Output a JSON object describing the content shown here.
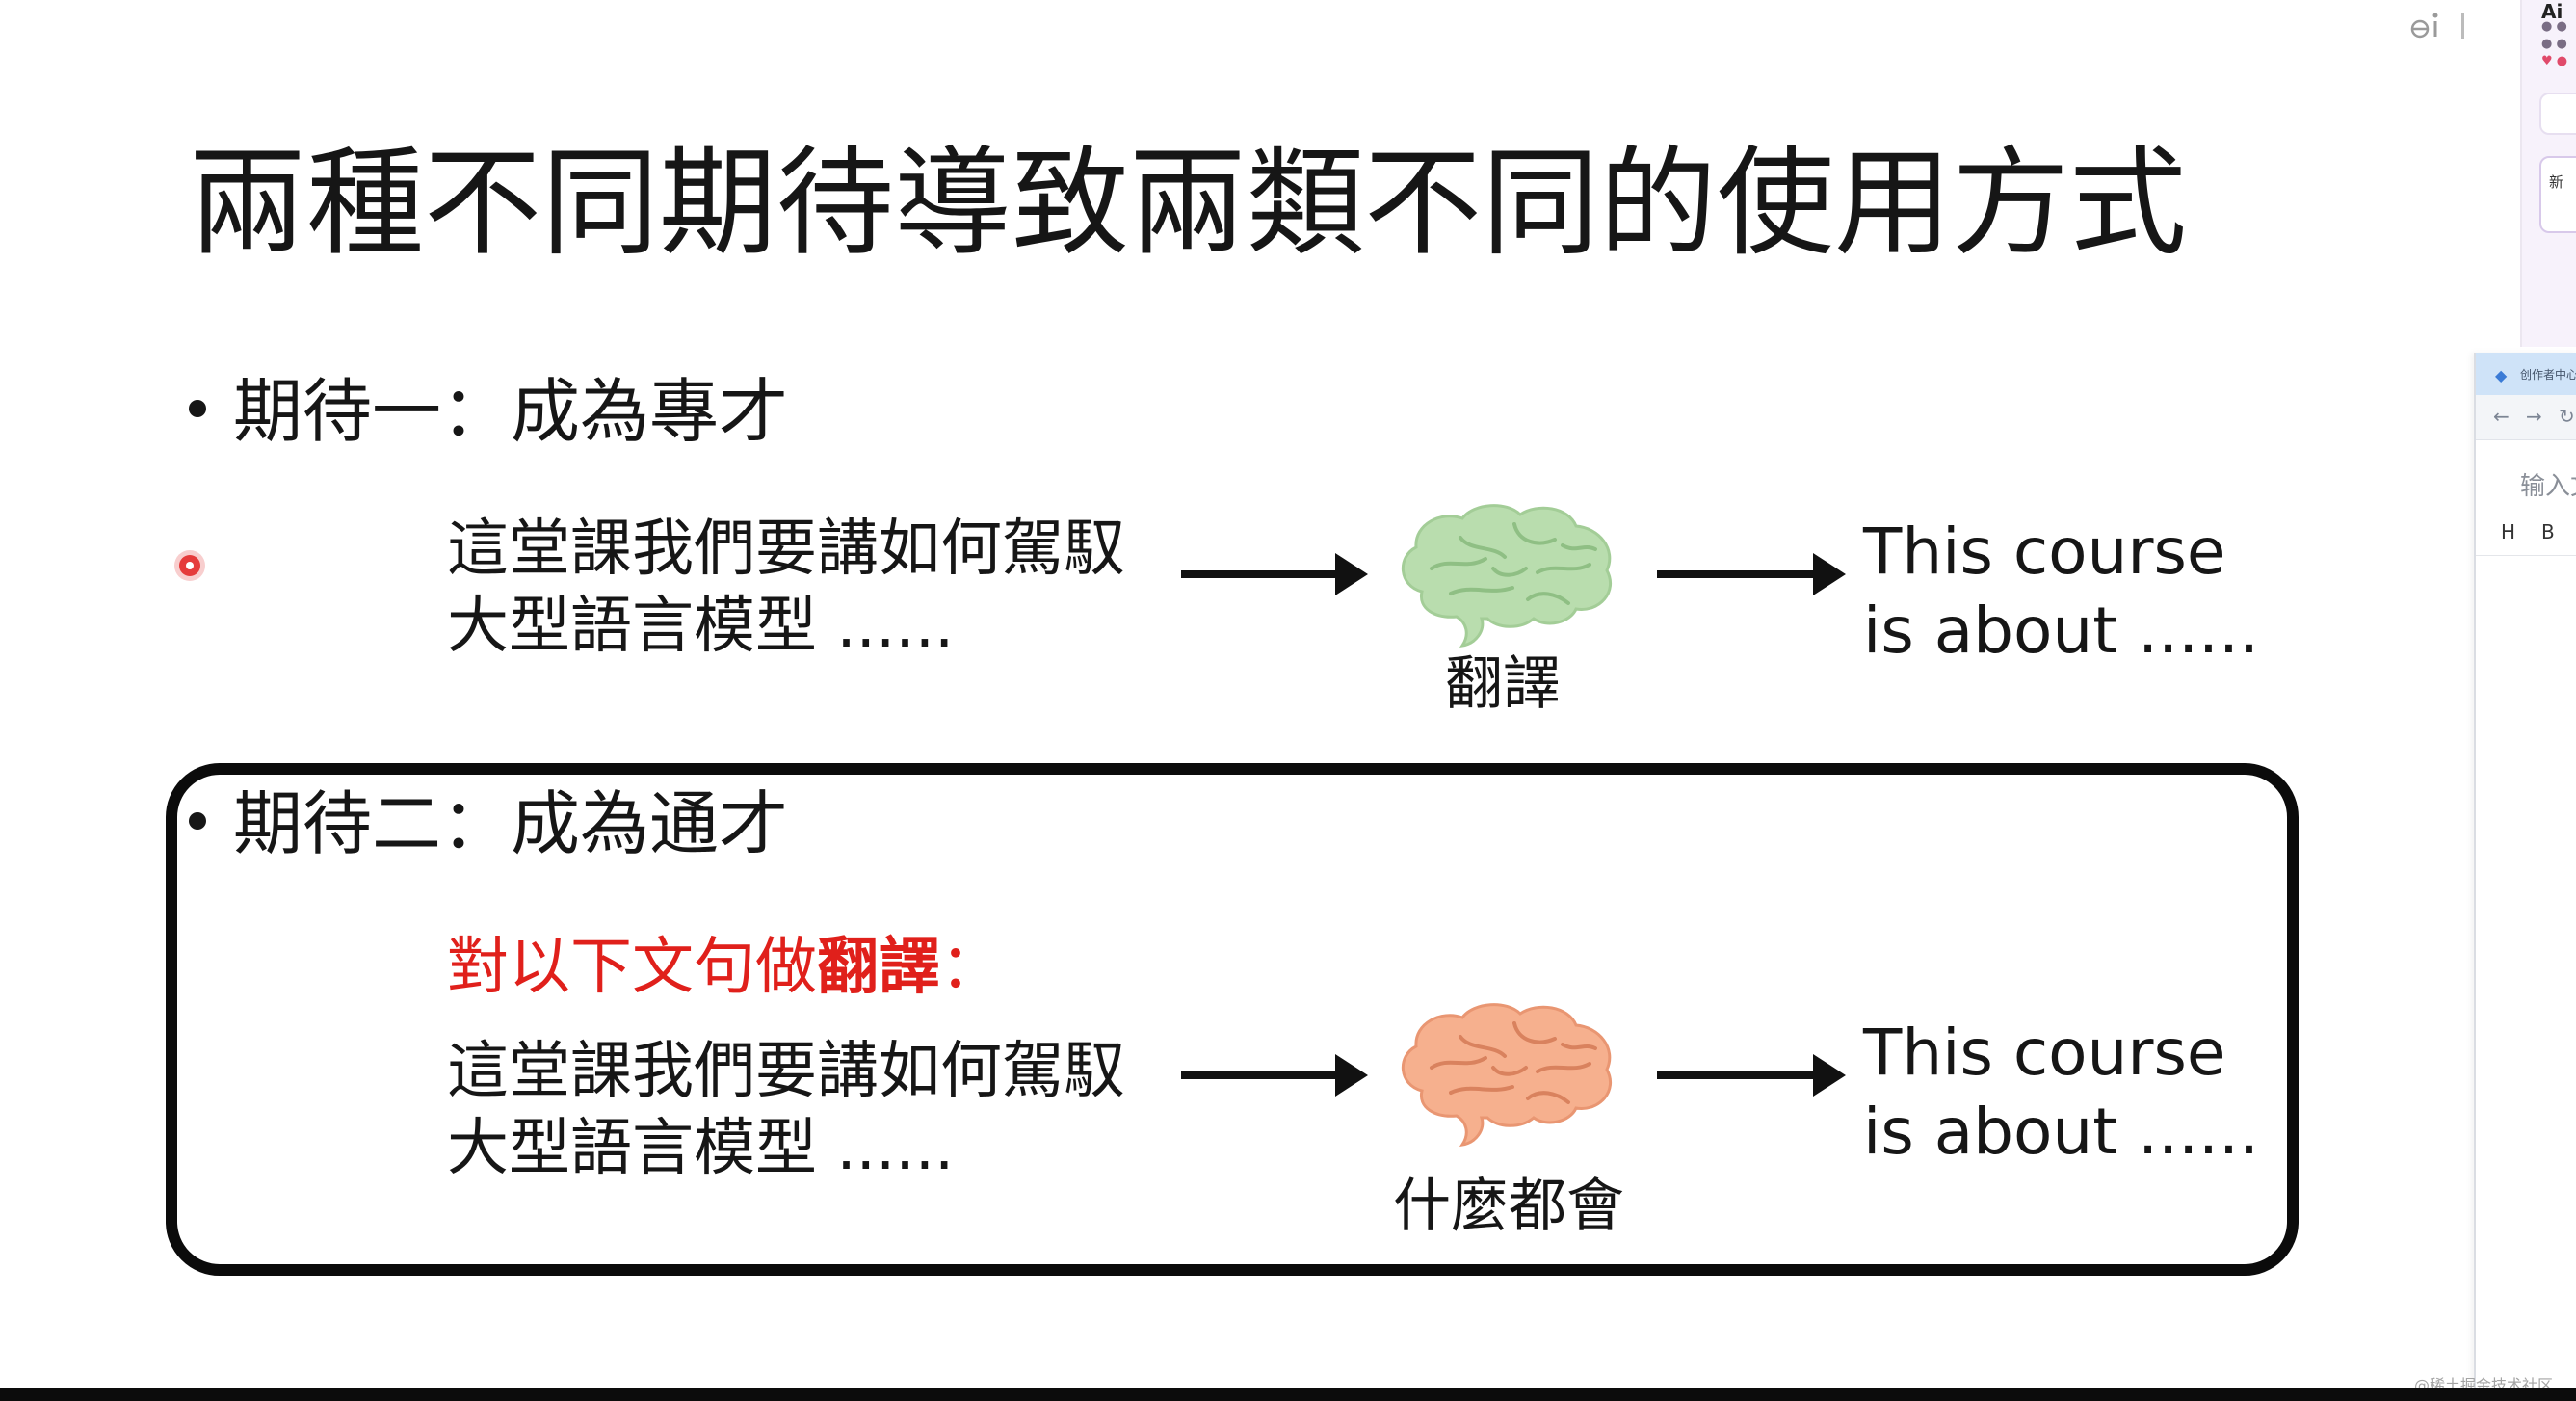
{
  "slide": {
    "title": "兩種不同期待導致兩類不同的使用方式",
    "expectation_one": "期待一：成為專才",
    "expectation_two": "期待二：成為通才",
    "source_text_line1": "這堂課我們要講如何駕馭",
    "source_text_line2": "大型語言模型 ......",
    "instruction_prefix": "對以下文句做",
    "instruction_bold": "翻譯",
    "instruction_suffix": "：",
    "output_line1": "This course",
    "output_line2": "is about ......",
    "specialist_brain_label": "翻譯",
    "generalist_brain_label": "什麼都會",
    "colors": {
      "specialist_brain": "#b9ddae",
      "generalist_brain": "#f6b08e",
      "instruction_text": "#e0201b",
      "box_border": "#0b0b0b"
    }
  },
  "side_panel": {
    "browser_tab_title": "创作者中心",
    "input_placeholder": "输入文",
    "format_h": "H",
    "format_b": "B",
    "new_label": "新",
    "mini_title": "Ai"
  },
  "footer": {
    "watermark": "@稀土掘金技术社区"
  },
  "icons": {
    "pointer": "laser-pointer-dot",
    "editor": "ei-icon",
    "brain": "brain-icon",
    "arrow": "right-arrow-icon"
  }
}
